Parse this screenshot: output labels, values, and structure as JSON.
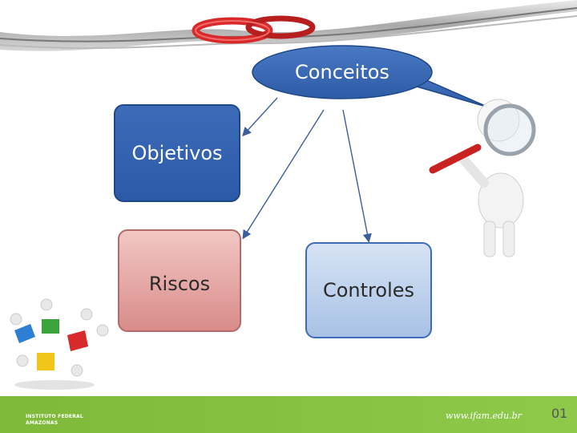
{
  "diagram": {
    "callout_label": "Conceitos",
    "nodes": {
      "objetivos": "Objetivos",
      "riscos": "Riscos",
      "controles": "Controles"
    }
  },
  "footer": {
    "url": "www.ifam.edu.br",
    "page_number": "01",
    "logo_line1": "INSTITUTO FEDERAL",
    "logo_line2": "AMAZONAS"
  },
  "colors": {
    "callout_fill": "#3d6bb8",
    "objetivos_fill": "#2f5fae",
    "riscos_fill": "#e6a9a7",
    "controles_fill": "#bcd0ee",
    "footer_green": "#8ec94a",
    "chain_red": "#d82a2a"
  },
  "icons": [
    "chain-banner",
    "magnifier-figure",
    "puzzle-team",
    "ifam-logo"
  ]
}
